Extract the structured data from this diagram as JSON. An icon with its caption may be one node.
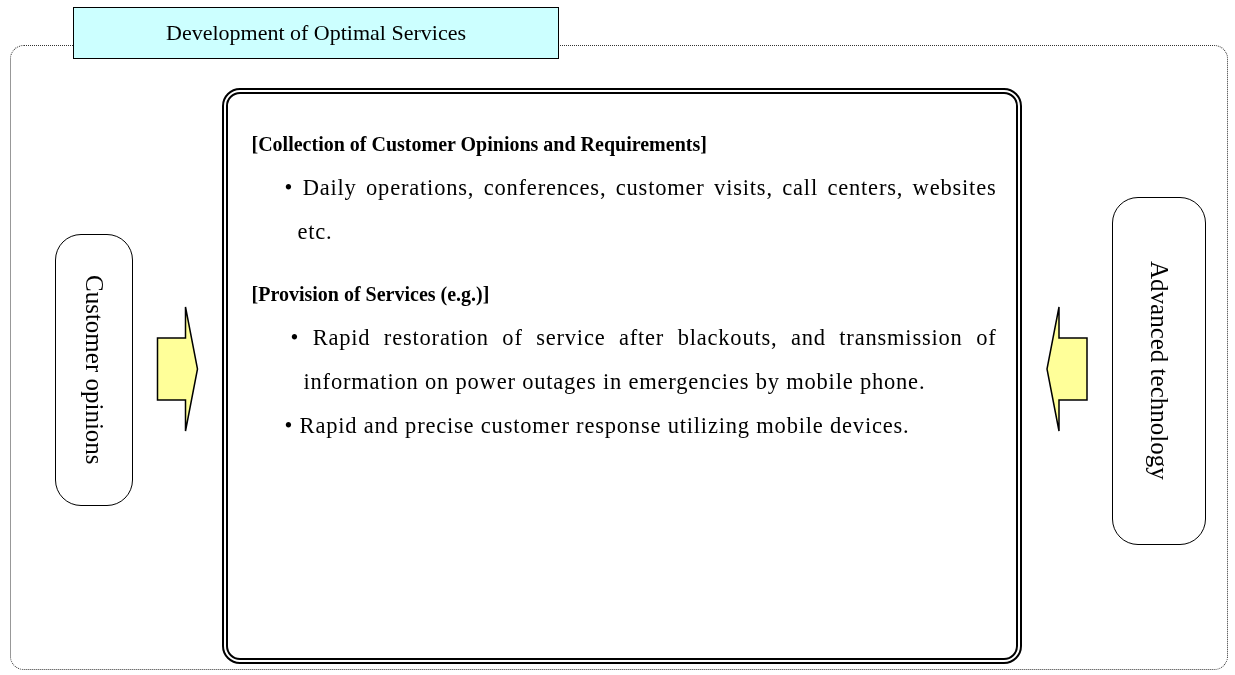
{
  "diagram": {
    "nodes": [
      {
        "text": [
          "Development of Optimal Services"
        ]
      },
      {
        "text": [
          "Customer opinions"
        ],
        "in": 0
      },
      {
        "text": [
          "[Collection of Customer Opinions and Requirements]",
          "• Daily operations, conferences, customer visits, call centers, websites etc.",
          "[Provision of Services (e.g.)]",
          "• Rapid restoration of service after blackouts, and transmission of information on power outages in emergencies by mobile phone.",
          "• Rapid and precise customer response utilizing mobile devices."
        ],
        "in": 0
      },
      {
        "text": [
          "Advanced technology"
        ],
        "in": 0
      }
    ],
    "edges": [
      {
        "from": 1,
        "to": 2,
        "arrow": "to"
      },
      {
        "from": 3,
        "to": 2,
        "arrow": "to"
      }
    ]
  }
}
